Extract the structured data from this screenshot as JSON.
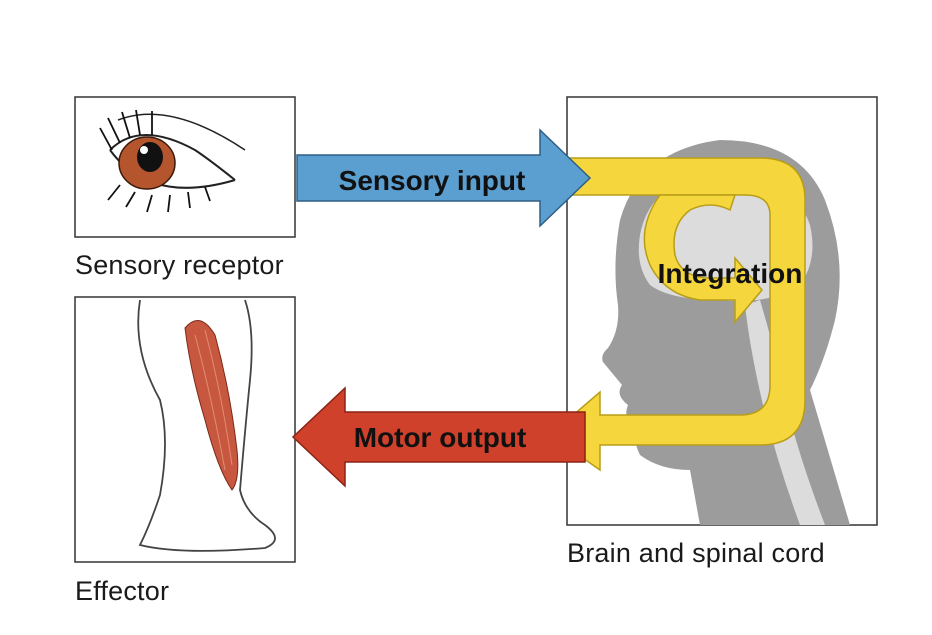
{
  "labels": {
    "sensory_receptor": "Sensory receptor",
    "effector": "Effector",
    "brain_spinal_cord": "Brain and spinal cord",
    "sensory_input": "Sensory input",
    "integration": "Integration",
    "motor_output": "Motor output"
  },
  "colors": {
    "sensory_arrow": "#5b9fd0",
    "integration_arrow": "#f5d63c",
    "motor_arrow": "#d0412c",
    "silhouette": "#9c9c9c",
    "muscle": "#c8573f",
    "iris": "#b5552e"
  }
}
